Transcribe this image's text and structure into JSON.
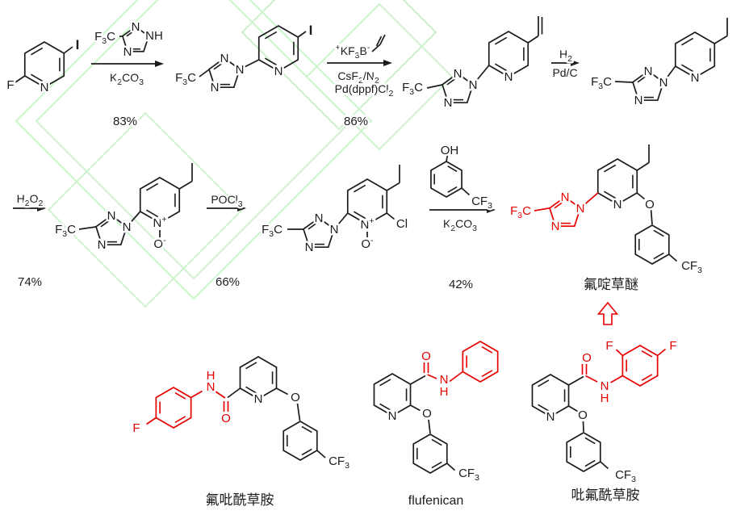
{
  "colors": {
    "bond": "#1c1c1c",
    "highlight": "#e60000",
    "watermark": "#cdf3cd"
  },
  "atoms": {
    "N": "N",
    "NH": "NH",
    "Nplus": "N^+^",
    "Ominus": "O^-^",
    "O": "O",
    "OH": "OH",
    "F": "F",
    "I": "I",
    "Cl": "Cl",
    "H": "H",
    "F3C": "F_3_C",
    "CF3": "CF_3_"
  },
  "conditions": {
    "k2co3": "K_2_CO_3_",
    "step1_yield": "83%",
    "step2_reagent": "^+^KF_3_B^-^",
    "step2_cond1": "CsF_2_/N_2_",
    "step2_cond2": "Pd(dppf)Cl_2_",
    "step2_yield": "86%",
    "step3_above": "H_2_",
    "step3_below": "Pd/C",
    "step4_above": "H_2_O_2_",
    "step4_yield": "74%",
    "step5_above": "POCl_3_",
    "step5_yield": "66%",
    "step6_yield": "42%"
  },
  "compounds": {
    "product_name": "氟啶草醚",
    "analog_left": "氟吡酰草胺",
    "analog_middle": "flufenican",
    "analog_right": "吡氟酰草胺"
  }
}
